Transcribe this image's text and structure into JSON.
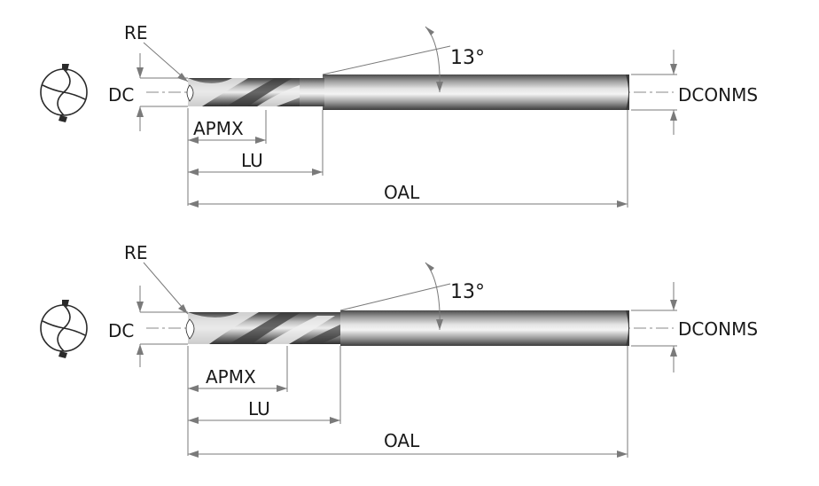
{
  "drawings": [
    {
      "variant": "two-flute",
      "labels": {
        "re": "RE",
        "dc": "DC",
        "apmx": "APMX",
        "lu": "LU",
        "oal": "OAL",
        "dconms": "DCONMS",
        "angle": "13°"
      }
    },
    {
      "variant": "three-flute",
      "labels": {
        "re": "RE",
        "dc": "DC",
        "apmx": "APMX",
        "lu": "LU",
        "oal": "OAL",
        "dconms": "DCONMS",
        "angle": "13°"
      }
    }
  ],
  "colors": {
    "shank_light": "#d8d8d8",
    "shank_dark": "#5a5a5a",
    "dimension_line": "#7a7a7a",
    "text": "#1a1a1a"
  }
}
